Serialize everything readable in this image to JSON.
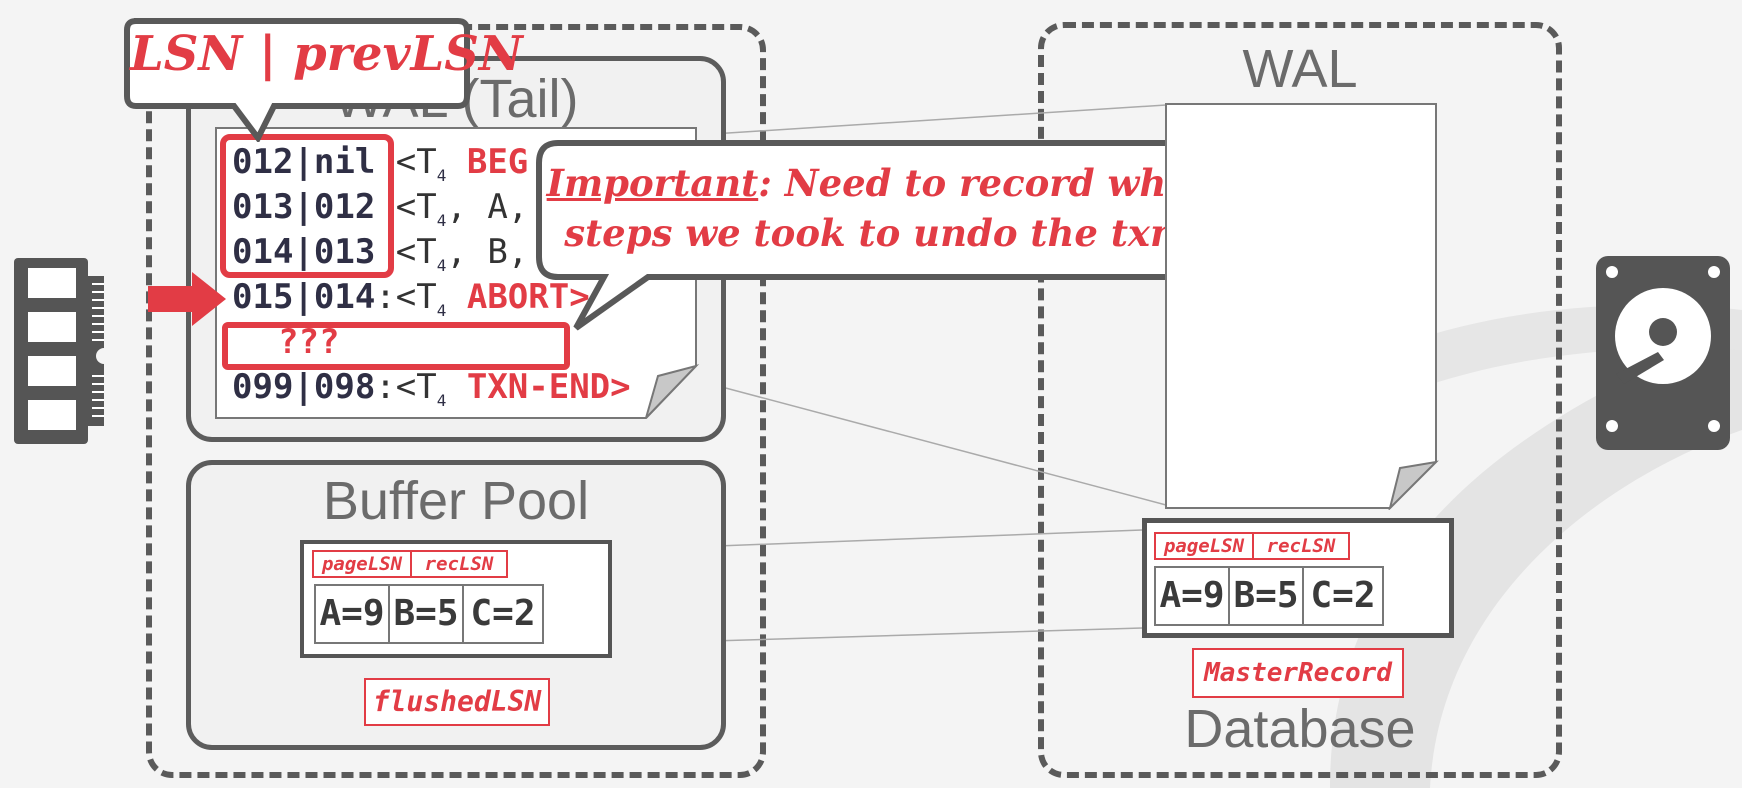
{
  "memory": {
    "wal_tail_title": "WAL (Tail)",
    "log_lines": [
      {
        "lsn": "012|nil",
        "sep": "",
        "body": "<T",
        "sub": "4",
        "rest": " BEG",
        "rest_class": "red"
      },
      {
        "lsn": "013|012",
        "sep": "",
        "body": "<T",
        "sub": "4",
        "rest": ", A,",
        "rest_class": "norm"
      },
      {
        "lsn": "014|013",
        "sep": "",
        "body": "<T",
        "sub": "4",
        "rest": ", B,",
        "rest_class": "norm"
      },
      {
        "lsn": "015|014",
        "sep": ":",
        "body": "<T",
        "sub": "4",
        "rest": " ABORT>",
        "rest_class": "red"
      },
      {
        "lsn": "???",
        "sep": "",
        "body": "",
        "sub": "",
        "rest": "",
        "rest_class": "red"
      },
      {
        "lsn": "099|098",
        "sep": ":",
        "body": "<T",
        "sub": "4",
        "rest": " TXN-END>",
        "rest_class": "red"
      }
    ],
    "buffer_pool_title": "Buffer Pool",
    "page_header": [
      "pageLSN",
      "recLSN"
    ],
    "page_cells": [
      "A=9",
      "B=5",
      "C=2"
    ],
    "flushed_lsn": "flushedLSN"
  },
  "disk": {
    "wal_title": "WAL",
    "page_header": [
      "pageLSN",
      "recLSN"
    ],
    "page_cells": [
      "A=9",
      "B=5",
      "C=2"
    ],
    "master_record": "MasterRecord",
    "database_title": "Database"
  },
  "callouts": {
    "lsn_label": "LSN | prevLSN",
    "important_word": "Important",
    "important_rest_line1": ": Need to record what",
    "important_line2": "steps we took to undo the txn."
  },
  "colors": {
    "accent_red": "#e23c45",
    "frame_gray": "#5a5a5a"
  }
}
